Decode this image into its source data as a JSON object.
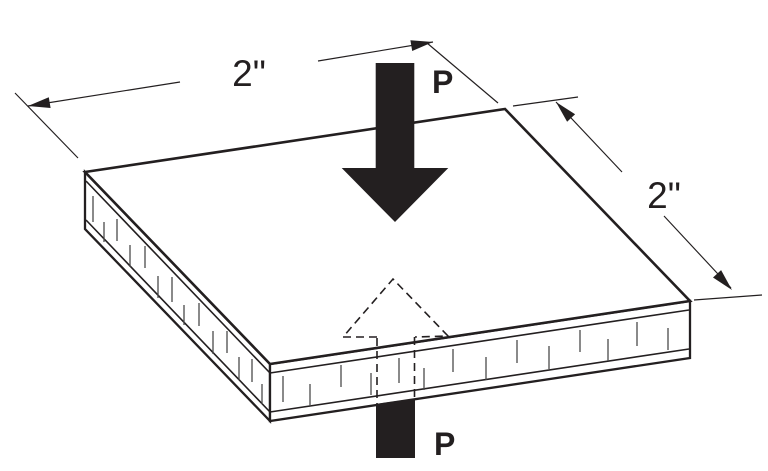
{
  "diagram": {
    "labels": {
      "dim_left": "2\"",
      "dim_right": "2\"",
      "load_top": "P",
      "load_bottom": "P"
    },
    "colors": {
      "line": "#231f20",
      "tick": "#4a4a4a",
      "background": "#ffffff"
    }
  }
}
